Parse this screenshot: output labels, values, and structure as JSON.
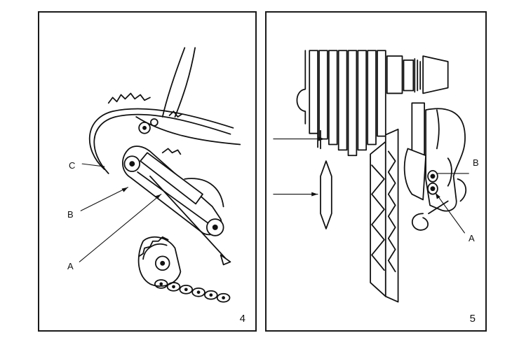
{
  "figure4": {
    "number": "4",
    "labels": {
      "a": "A",
      "b": "B",
      "c": "C"
    }
  },
  "figure5": {
    "number": "5",
    "labels": {
      "a": "A",
      "b": "B"
    }
  },
  "colors": {
    "ink": "#111111",
    "paper": "#ffffff"
  }
}
